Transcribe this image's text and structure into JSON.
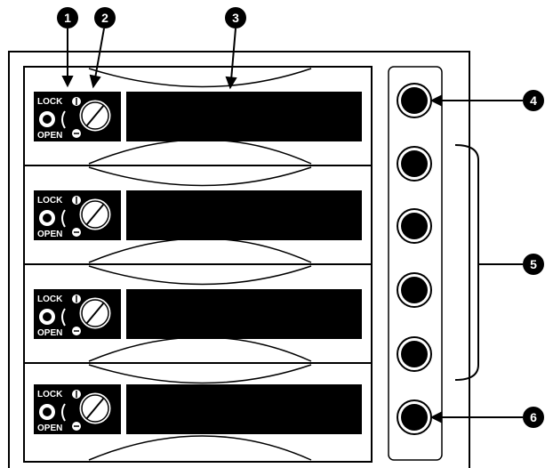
{
  "callouts": [
    {
      "num": "1"
    },
    {
      "num": "2"
    },
    {
      "num": "3"
    },
    {
      "num": "4"
    },
    {
      "num": "5"
    },
    {
      "num": "6"
    }
  ],
  "trays": [
    {
      "lock_label": "LOCK",
      "open_label": "OPEN"
    },
    {
      "lock_label": "LOCK",
      "open_label": "OPEN"
    },
    {
      "lock_label": "LOCK",
      "open_label": "OPEN"
    },
    {
      "lock_label": "LOCK",
      "open_label": "OPEN"
    }
  ],
  "buttons_count_visible": 6,
  "colors": {
    "line": "#000000",
    "fill": "#ffffff",
    "display": "#000000"
  }
}
